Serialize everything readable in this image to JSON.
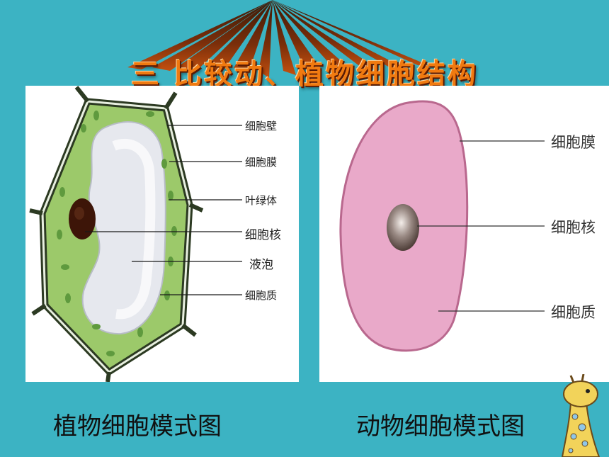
{
  "title": "三 比较动、植物细胞结构",
  "plant": {
    "labels": [
      "细胞壁",
      "细胞膜",
      "叶绿体",
      "细胞核",
      "液泡",
      "细胞质"
    ],
    "caption": "植物细胞模式图"
  },
  "animal": {
    "labels": [
      "细胞膜",
      "细胞核",
      "细胞质"
    ],
    "caption": "动物细胞模式图"
  },
  "colors": {
    "background": "#3cb3c3",
    "title": "#f07a10",
    "plant_cytoplasm": "#9cc96a",
    "animal_cell": "#e9a9c9"
  }
}
